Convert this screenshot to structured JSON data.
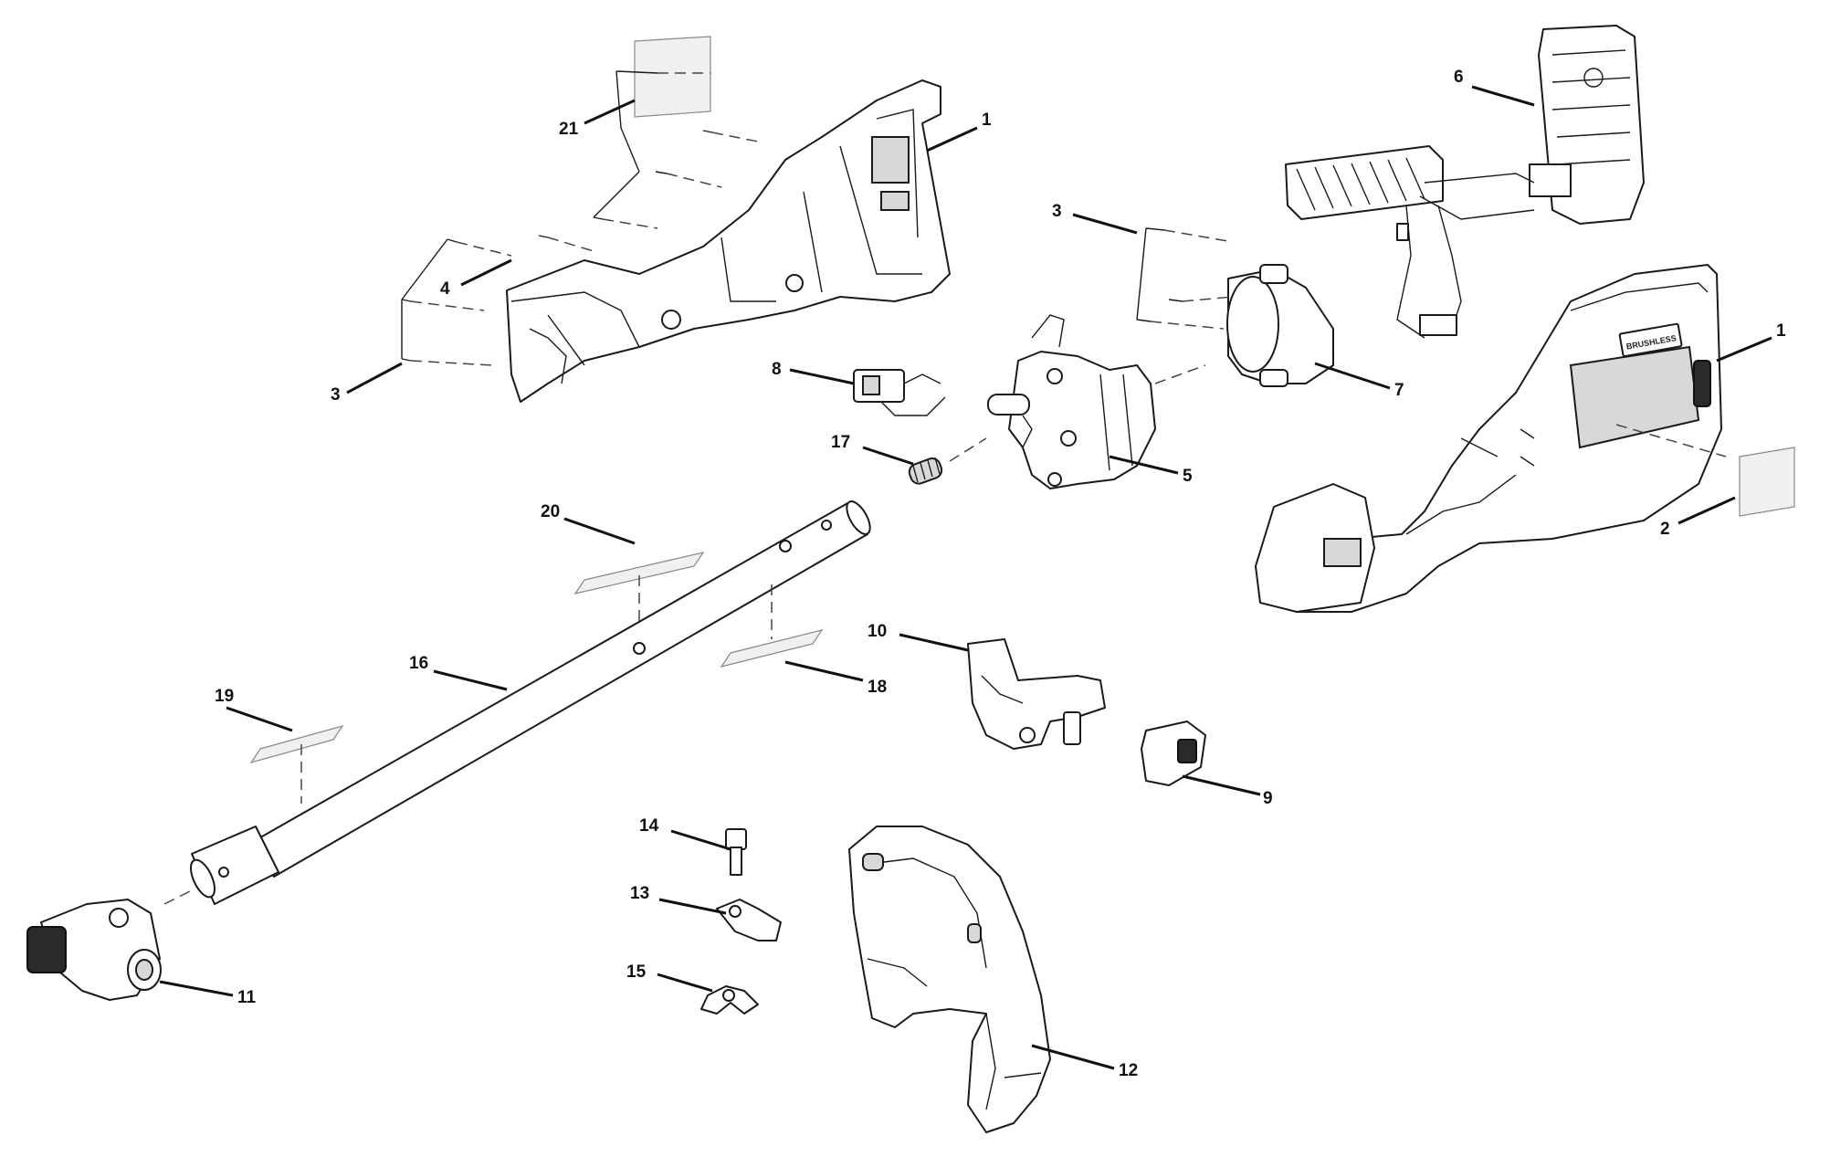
{
  "diagram": {
    "callouts": [
      {
        "id": "c1a",
        "text": "1"
      },
      {
        "id": "c1b",
        "text": "1"
      },
      {
        "id": "c2",
        "text": "2"
      },
      {
        "id": "c3a",
        "text": "3"
      },
      {
        "id": "c3b",
        "text": "3"
      },
      {
        "id": "c4",
        "text": "4"
      },
      {
        "id": "c5",
        "text": "5"
      },
      {
        "id": "c6",
        "text": "6"
      },
      {
        "id": "c7",
        "text": "7"
      },
      {
        "id": "c8",
        "text": "8"
      },
      {
        "id": "c9",
        "text": "9"
      },
      {
        "id": "c10",
        "text": "10"
      },
      {
        "id": "c11",
        "text": "11"
      },
      {
        "id": "c12",
        "text": "12"
      },
      {
        "id": "c13",
        "text": "13"
      },
      {
        "id": "c14",
        "text": "14"
      },
      {
        "id": "c15",
        "text": "15"
      },
      {
        "id": "c16",
        "text": "16"
      },
      {
        "id": "c17",
        "text": "17"
      },
      {
        "id": "c18",
        "text": "18"
      },
      {
        "id": "c19",
        "text": "19"
      },
      {
        "id": "c20",
        "text": "20"
      },
      {
        "id": "c21",
        "text": "21"
      }
    ],
    "housing_brand_text": "BRUSHLESS"
  }
}
